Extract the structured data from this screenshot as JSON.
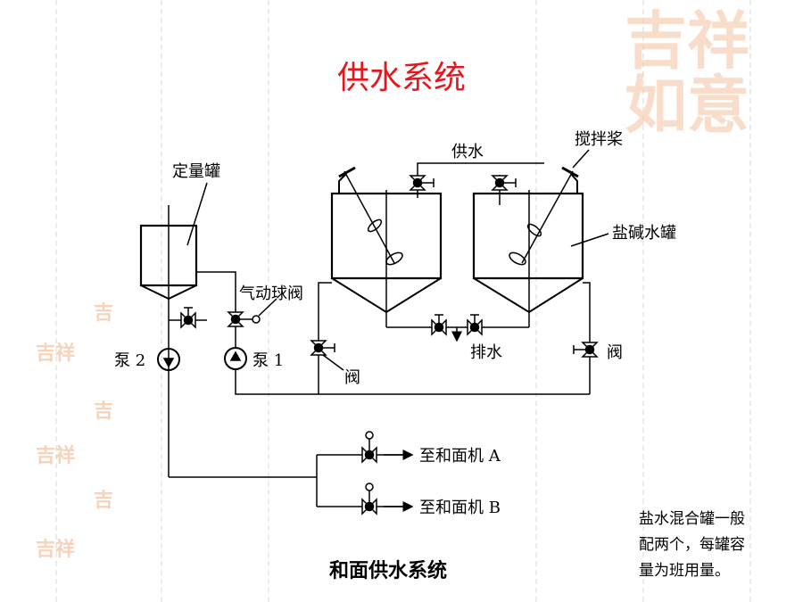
{
  "title": "供水系统",
  "colors": {
    "title": "#e8161c",
    "stamp": "#f5c9a8"
  },
  "diagram": {
    "labels": {
      "dosing_tank": "定量罐",
      "pneumatic_ball_valve": "气动球阀",
      "pump1": "泵 1",
      "pump2": "泵 2",
      "water_supply": "供水",
      "agitator": "搅拌桨",
      "brine_tank": "盐碱水罐",
      "drain": "排水",
      "valve_left": "阀",
      "valve_right": "阀",
      "to_mixer_a": "至和面机 A",
      "to_mixer_b": "至和面机 B"
    }
  },
  "caption": "和面供水系统",
  "note": [
    "盐水混合罐一般",
    "配两个，每罐容",
    "量为班用量。"
  ],
  "decoration": {
    "stamp_text": "吉祥如意"
  }
}
